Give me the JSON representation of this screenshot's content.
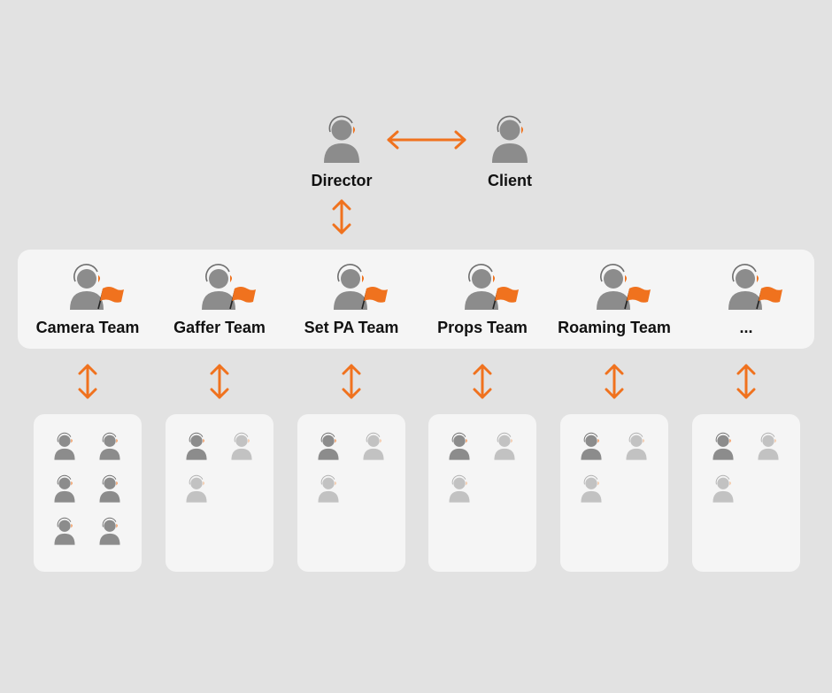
{
  "colors": {
    "background": "#e2e2e2",
    "panel": "#f5f5f5",
    "accent": "#f0721e",
    "person_active": "#8c8c8c",
    "person_inactive": "#c2c2c2",
    "text": "#111111"
  },
  "top": {
    "director": {
      "label": "Director",
      "icon": "headset-person-icon"
    },
    "client": {
      "label": "Client",
      "icon": "headset-person-icon"
    },
    "link": "bidirectional-arrow"
  },
  "teams": [
    {
      "label": "Camera Team",
      "icon": "team-leader-flag-icon",
      "members": [
        true,
        true,
        true,
        true,
        true,
        true
      ]
    },
    {
      "label": "Gaffer Team",
      "icon": "team-leader-flag-icon",
      "members": [
        true,
        false,
        false
      ]
    },
    {
      "label": "Set PA Team",
      "icon": "team-leader-flag-icon",
      "members": [
        true,
        false,
        false
      ]
    },
    {
      "label": "Props Team",
      "icon": "team-leader-flag-icon",
      "members": [
        true,
        false,
        false
      ]
    },
    {
      "label": "Roaming Team",
      "icon": "team-leader-flag-icon",
      "members": [
        true,
        false,
        false
      ]
    },
    {
      "label": "...",
      "icon": "team-leader-flag-icon",
      "members": [
        true,
        false,
        false
      ]
    }
  ]
}
